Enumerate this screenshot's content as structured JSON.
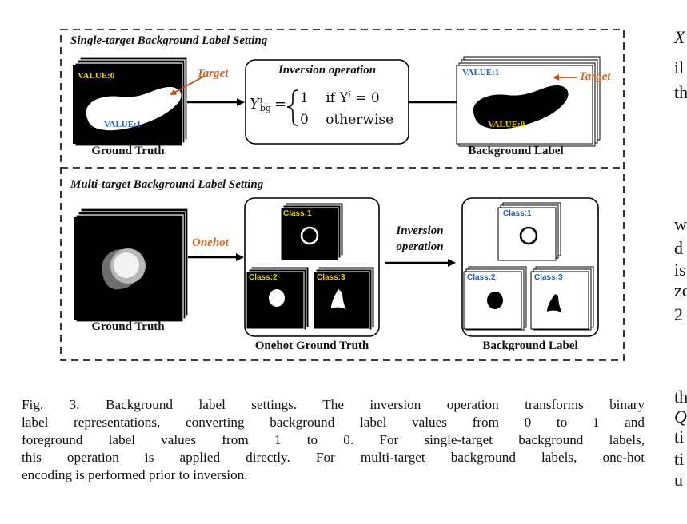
{
  "figure": {
    "single": {
      "title": "Single-target Background Label  Setting",
      "gt_value0": "VALUE:0",
      "gt_value1": "VALUE:1",
      "gt_target": "Target",
      "gt_label": "Ground Truth",
      "op_title": "Inversion operation",
      "formula": {
        "lhs": "Y",
        "lhs_sup": "i",
        "lhs_sub": "bg",
        "row1_value": "1",
        "row1_cond": "if Y",
        "row1_cond_sup": "i",
        "row1_cond_tail": "= 0",
        "row2_value": "0",
        "row2_cond": "otherwise"
      },
      "bg_value1": "VALUE:1",
      "bg_value0": "VALUE:0",
      "bg_target": "Target",
      "bg_label": "Background Label"
    },
    "multi": {
      "title": "Multi-target Background Label  Setting",
      "gt_label": "Ground Truth",
      "onehot_arrow_label": "Onehot",
      "onehot_classes": [
        "Class:1",
        "Class:2",
        "Class:3"
      ],
      "onehot_label": "Onehot Ground Truth",
      "op_line1": "Inversion",
      "op_line2": "operation",
      "bg_classes": [
        "Class:1",
        "Class:2",
        "Class:3"
      ],
      "bg_label": "Background Label"
    }
  },
  "caption": {
    "line1": "Fig. 3.  Background label settings. The inversion operation transforms binary",
    "line2": "label representations, converting background label values from 0 to 1 and",
    "line3": "foreground label values from 1 to 0. For single-target background labels,",
    "line4": "this operation is applied directly. For multi-target background labels, one-hot",
    "line5": "encoding is performed prior to inversion."
  },
  "side_column": [
    "X",
    "il",
    "th",
    "w",
    "d",
    "is",
    "zc",
    "2",
    "th",
    "Q",
    "ti",
    "ti",
    "u"
  ],
  "colors": {
    "orange": "#d2691e",
    "yellow": "#f0d000",
    "blue": "#1f5fbf"
  }
}
